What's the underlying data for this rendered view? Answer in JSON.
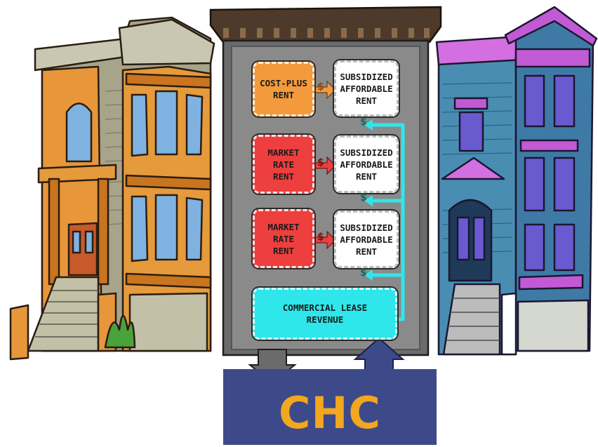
{
  "boxes": {
    "cost_plus": "COST-PLUS\nRENT",
    "market_1": "MARKET\nRATE\nRENT",
    "market_2": "MARKET\nRATE\nRENT",
    "subsidized_1": "SUBSIDIZED\nAFFORDABLE\nRENT",
    "subsidized_2": "SUBSIDIZED\nAFFORDABLE\nRENT",
    "subsidized_3": "SUBSIDIZED\nAFFORDABLE\nRENT",
    "commercial": "COMMERCIAL LEASE\nREVENUE"
  },
  "dollar_sign": "$",
  "chc": "CHC",
  "colors": {
    "cost_plus": "#f39a3d",
    "market": "#ee3f3f",
    "subsidized": "#ffffff",
    "commercial": "#2fe6ea",
    "chc_block": "#3d4a8a",
    "chc_text": "#f2a71e",
    "building_core": "#6b6b6b",
    "flow_line": "#2fe6ea"
  }
}
